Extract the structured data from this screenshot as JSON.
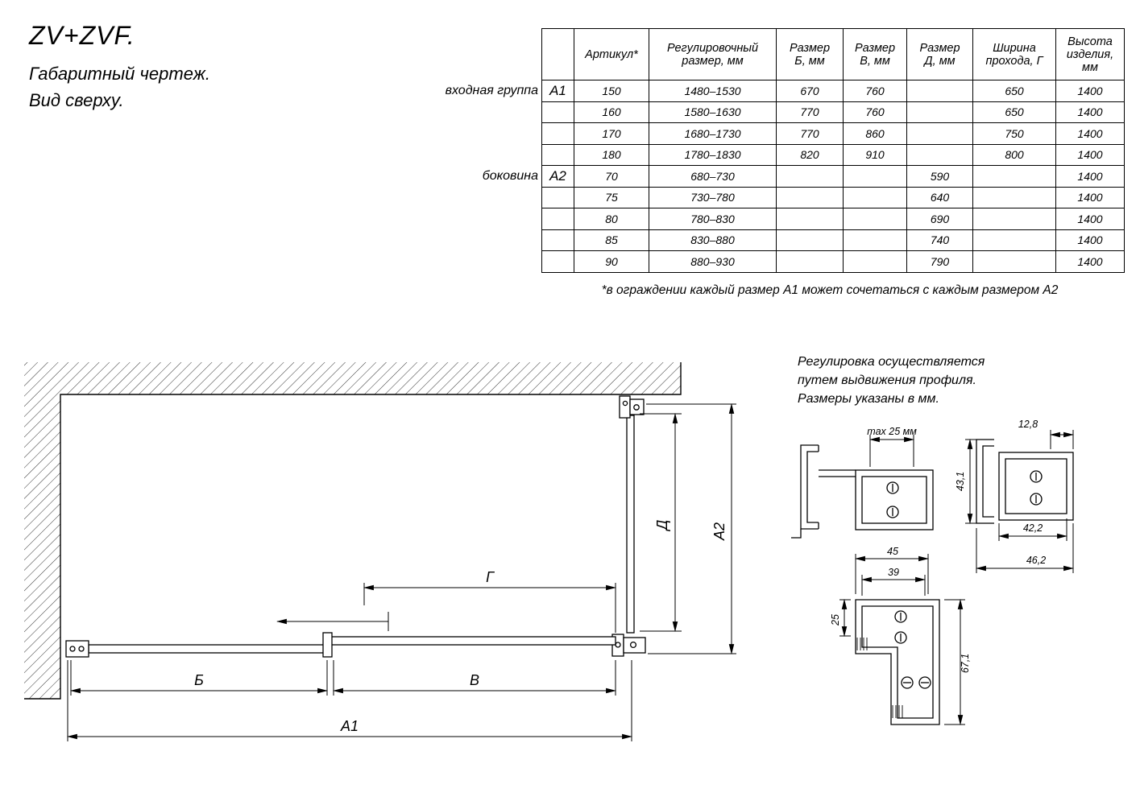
{
  "title": {
    "product": "ZV+ZVF.",
    "subtitle1": "Габаритный чертеж.",
    "subtitle2": "Вид сверху."
  },
  "table": {
    "headers": {
      "code": "",
      "article": "Артикул*",
      "adjust": "Регулировочный\nразмер, мм",
      "size_b": "Размер\nБ, мм",
      "size_v": "Размер\nВ, мм",
      "size_d": "Размер\nД, мм",
      "pass_width": "Ширина\nпрохода, Г",
      "height": "Высота\nизделия,\nмм"
    },
    "groups": [
      {
        "label": "входная группа",
        "code": "А1"
      },
      {
        "label": "боковина",
        "code": "А2"
      }
    ],
    "rows": [
      [
        "150",
        "1480–1530",
        "670",
        "760",
        "",
        "650",
        "1400"
      ],
      [
        "160",
        "1580–1630",
        "770",
        "760",
        "",
        "650",
        "1400"
      ],
      [
        "170",
        "1680–1730",
        "770",
        "860",
        "",
        "750",
        "1400"
      ],
      [
        "180",
        "1780–1830",
        "820",
        "910",
        "",
        "800",
        "1400"
      ],
      [
        "70",
        "680–730",
        "",
        "",
        "590",
        "",
        "1400"
      ],
      [
        "75",
        "730–780",
        "",
        "",
        "640",
        "",
        "1400"
      ],
      [
        "80",
        "780–830",
        "",
        "",
        "690",
        "",
        "1400"
      ],
      [
        "85",
        "830–880",
        "",
        "",
        "740",
        "",
        "1400"
      ],
      [
        "90",
        "880–930",
        "",
        "",
        "790",
        "",
        "1400"
      ]
    ],
    "footnote": "*в ограждении каждый размер А1 может сочетаться с каждым размером А2"
  },
  "note": {
    "line1": "Регулировка осуществляется",
    "line2": "путем выдвижения профиля.",
    "line3": "Размеры указаны в мм."
  },
  "drawing": {
    "dim_b": "Б",
    "dim_v": "В",
    "dim_a1": "А1",
    "dim_g": "Г",
    "dim_d": "Д",
    "dim_a2": "А2"
  },
  "details": {
    "max25": "max 25 мм",
    "w128": "12,8",
    "h431": "43,1",
    "w422": "42,2",
    "w462": "46,2",
    "w45": "45",
    "w39": "39",
    "h25": "25",
    "h671": "67,1"
  }
}
